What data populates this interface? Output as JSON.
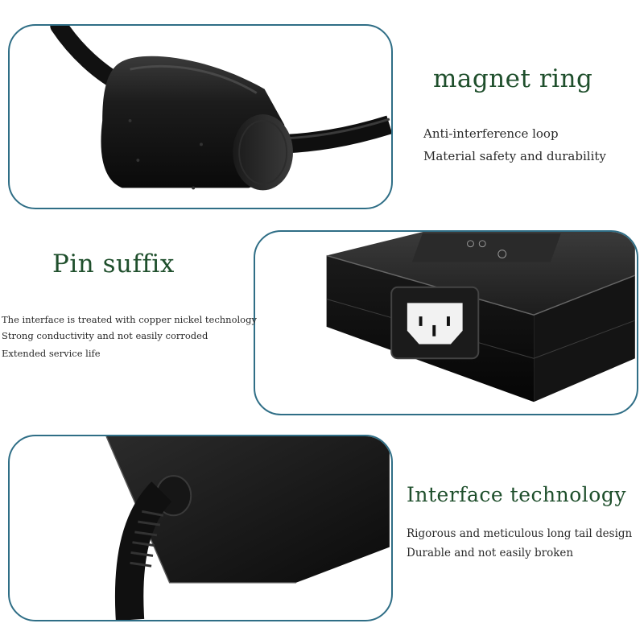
{
  "sections": [
    {
      "title": "magnet ring",
      "lines": [
        "Anti-interference loop",
        "Material safety and durability"
      ]
    },
    {
      "title": "Pin suffix",
      "lines": [
        "The interface is treated with copper nickel technology",
        "Strong conductivity and not easily corroded",
        "Extended service life"
      ]
    },
    {
      "title": "Interface technology",
      "lines": [
        "Rigorous and meticulous long tail design",
        "Durable and not easily broken"
      ]
    }
  ],
  "colors": {
    "frame_border": "#2f6e86",
    "title_text": "#1f4f2c",
    "body_text": "#2a2a2a"
  }
}
